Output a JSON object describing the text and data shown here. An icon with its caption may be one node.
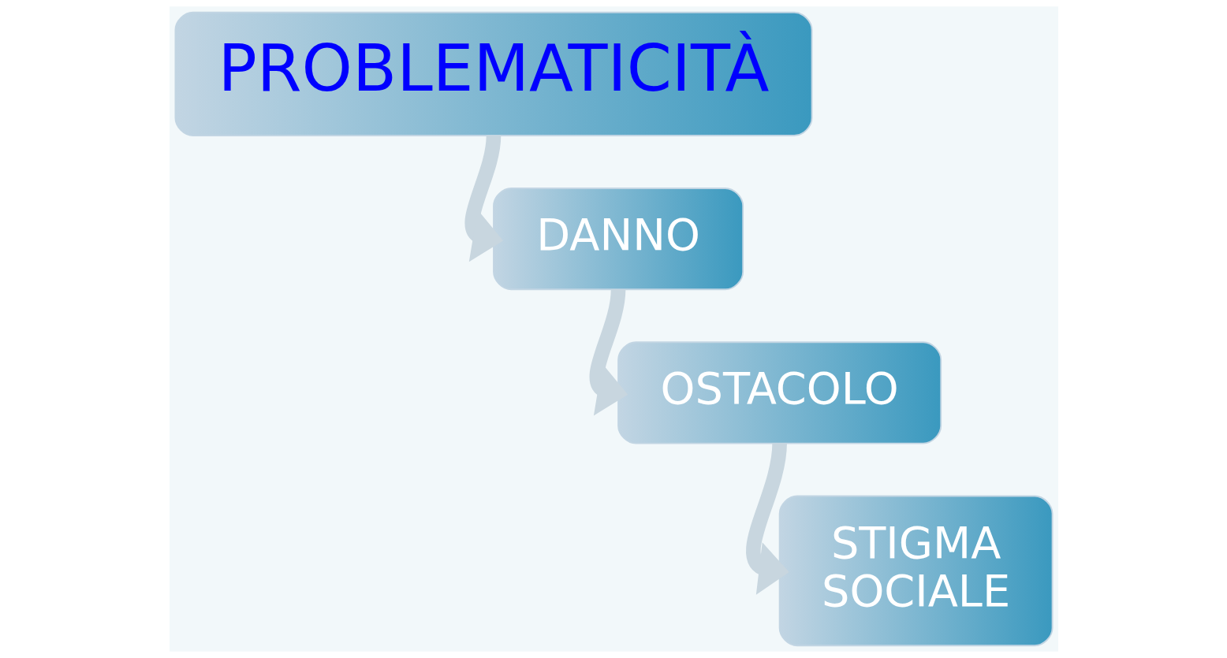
{
  "diagram": {
    "nodes": [
      {
        "text": [
          "PROBLEMATICITÀ"
        ]
      },
      {
        "text": [
          "DANNO"
        ]
      },
      {
        "text": [
          "OSTACOLO"
        ]
      },
      {
        "text": [
          "STIGMA SOCIALE"
        ]
      }
    ],
    "edges": [
      {
        "from": 0,
        "to": 1,
        "arrow": "to"
      },
      {
        "from": 1,
        "to": 2,
        "arrow": "to"
      },
      {
        "from": 2,
        "to": 3,
        "arrow": "to"
      }
    ]
  }
}
